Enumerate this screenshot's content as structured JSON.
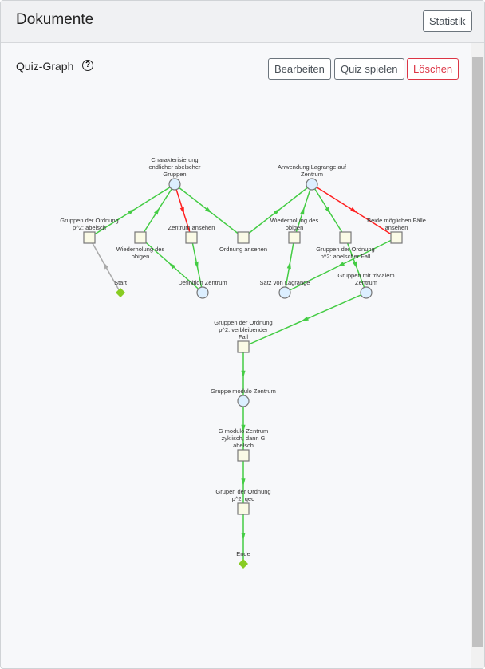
{
  "header": {
    "title": "Dokumente",
    "stats_label": "Statistik"
  },
  "section": {
    "title": "Quiz-Graph",
    "help_icon": "?"
  },
  "actions": {
    "edit": "Bearbeiten",
    "play": "Quiz spielen",
    "delete": "Löschen"
  },
  "colors": {
    "correct": "#44cc44",
    "wrong": "#ff2020",
    "start": "#aaaaaa",
    "node_circle": "#dcefff",
    "node_square": "#fafae6",
    "terminal": "#88cc22"
  },
  "graph": {
    "nodes": [
      {
        "id": "c1",
        "type": "concept",
        "label": "Charakterisierung endlicher abelscher Gruppen"
      },
      {
        "id": "a",
        "type": "concept",
        "label": "Anwendung Lagrange auf Zentrum"
      },
      {
        "id": "q1",
        "type": "question",
        "label": "Gruppen der Ordnung p^2: abelsch"
      },
      {
        "id": "q2",
        "type": "question",
        "label": "Wiederholung des obigen"
      },
      {
        "id": "q3",
        "type": "question",
        "label": "Zentrum ansehen"
      },
      {
        "id": "q4",
        "type": "question",
        "label": "Ordnung ansehen"
      },
      {
        "id": "q5",
        "type": "question",
        "label": "Wiederholung des obigen"
      },
      {
        "id": "q6",
        "type": "question",
        "label": "Gruppen der Ordnung p^2: abelscher Fall"
      },
      {
        "id": "q7",
        "type": "question",
        "label": "Beide möglichen Fälle ansehen"
      },
      {
        "id": "start",
        "type": "terminal",
        "label": "Start"
      },
      {
        "id": "dz",
        "type": "concept",
        "label": "Definition Zentrum"
      },
      {
        "id": "sl",
        "type": "concept",
        "label": "Satz von Lagrange"
      },
      {
        "id": "tz",
        "type": "concept",
        "label": "Gruppen mit trivialem Zentrum"
      },
      {
        "id": "q8",
        "type": "question",
        "label": "Gruppen der Ordnung p^2: verbleibender Fall"
      },
      {
        "id": "gm",
        "type": "concept",
        "label": "Gruppe modulo Zentrum"
      },
      {
        "id": "q9",
        "type": "question",
        "label": "G modulo Zentrum zyklisch, dann G abelsch"
      },
      {
        "id": "q10",
        "type": "question",
        "label": "Grupen der Ordnung p^2: qed"
      },
      {
        "id": "end",
        "type": "terminal",
        "label": "Ende"
      }
    ],
    "edges": [
      [
        "start",
        "q1",
        "start"
      ],
      [
        "q1",
        "c1",
        "correct"
      ],
      [
        "q2",
        "c1",
        "correct"
      ],
      [
        "c1",
        "q3",
        "wrong"
      ],
      [
        "c1",
        "q4",
        "correct"
      ],
      [
        "q3",
        "dz",
        "correct"
      ],
      [
        "dz",
        "q2",
        "correct"
      ],
      [
        "q4",
        "a",
        "correct"
      ],
      [
        "q5",
        "a",
        "correct"
      ],
      [
        "a",
        "q6",
        "correct"
      ],
      [
        "a",
        "q7",
        "wrong"
      ],
      [
        "sl",
        "q5",
        "correct"
      ],
      [
        "q7",
        "sl",
        "correct"
      ],
      [
        "q6",
        "tz",
        "correct"
      ],
      [
        "tz",
        "q8",
        "correct"
      ],
      [
        "q8",
        "gm",
        "correct"
      ],
      [
        "gm",
        "q9",
        "correct"
      ],
      [
        "q9",
        "q10",
        "correct"
      ],
      [
        "q10",
        "end",
        "correct"
      ]
    ]
  }
}
